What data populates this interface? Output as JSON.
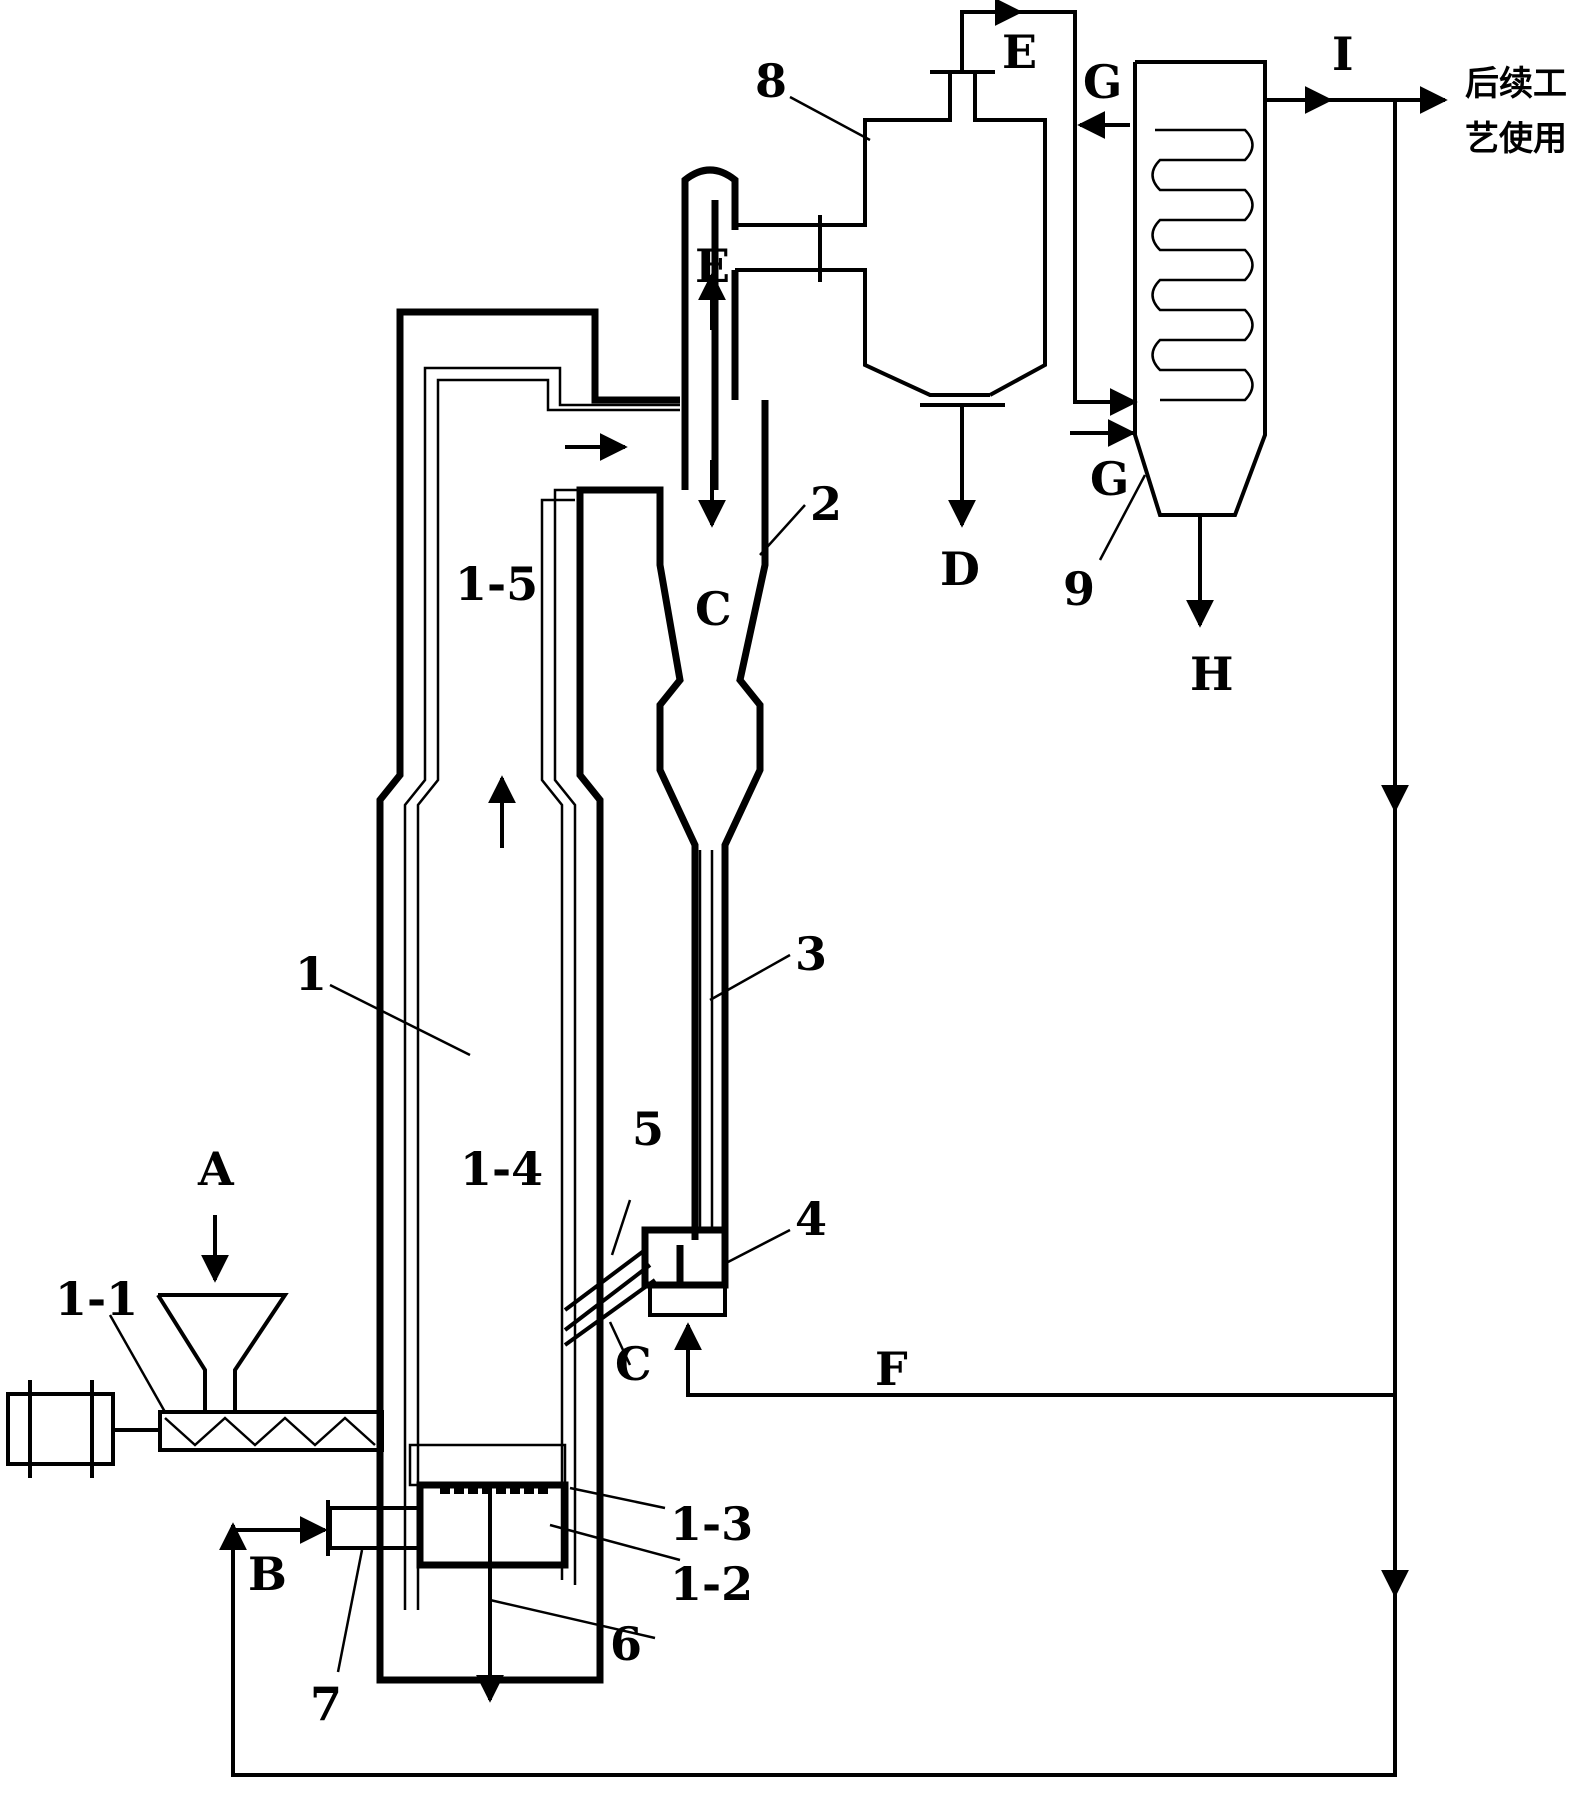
{
  "labels": {
    "n1": "1",
    "n1_1": "1-1",
    "n1_2": "1-2",
    "n1_3": "1-3",
    "n1_4": "1-4",
    "n1_5": "1-5",
    "n2": "2",
    "n3": "3",
    "n4": "4",
    "n5": "5",
    "n6": "6",
    "n7": "7",
    "n8": "8",
    "n9": "9"
  },
  "streams": {
    "A": "A",
    "B": "B",
    "C1": "C",
    "C2": "C",
    "D": "D",
    "E1": "E",
    "E2": "E",
    "F": "F",
    "G1": "G",
    "G2": "G",
    "H": "H",
    "I": "I"
  },
  "note": {
    "line1": "后续工",
    "line2": "艺使用"
  }
}
